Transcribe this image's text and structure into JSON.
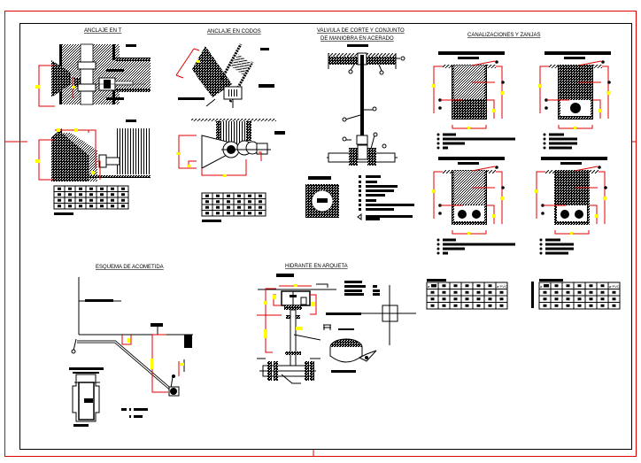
{
  "sheet": {
    "kind": "CAD drawing sheet - water network details",
    "colors": {
      "outline": "#000000",
      "dimension": "#e00000",
      "dimension_marker": "#ffff00",
      "background": "#ffffff"
    }
  },
  "details": [
    {
      "id": "anclaje-t",
      "title": "ANCLAJE EN T"
    },
    {
      "id": "anclaje-codos",
      "title": "ANCLAJE EN CODOS"
    },
    {
      "id": "valvula",
      "title_line1": "VALVULA DE CORTE Y CONJUNTO",
      "title_line2": "DE MANIOBRA EN ACERADO"
    },
    {
      "id": "canalizaciones",
      "title": "CANALIZACIONES Y ZANJAS"
    },
    {
      "id": "acometida",
      "title": "ESQUEMA DE ACOMETIDA"
    },
    {
      "id": "hidrante",
      "title": "HIDRANTE EN ARQUETA"
    }
  ],
  "tables": {
    "zanjas_left": {
      "first_header": "ø",
      "last_header": "ø PVC",
      "columns": 7,
      "rows": 4
    },
    "zanjas_right": {
      "first_header": "ø",
      "last_header": "ø PVC",
      "columns": 7,
      "rows": 4
    },
    "anclaje_t": {
      "columns": 7,
      "rows": 4
    },
    "anclaje_codos": {
      "columns": 6,
      "rows": 4
    }
  }
}
